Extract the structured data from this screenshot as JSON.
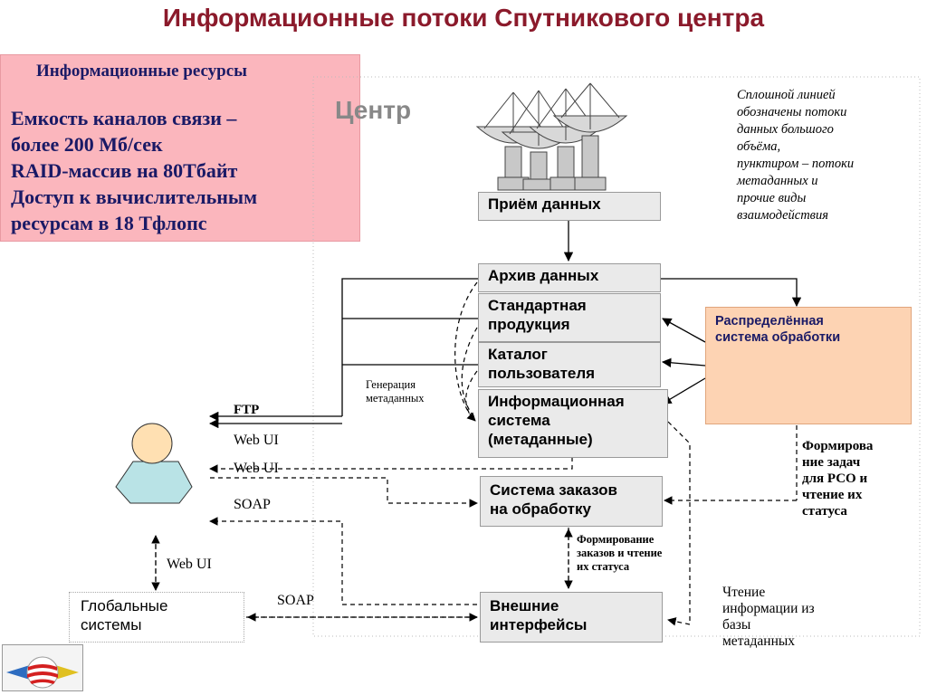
{
  "title": "Информационные потоки Спутникового центра",
  "resources": {
    "heading": "Информационные ресурсы",
    "lines": [
      "Емкость каналов связи –",
      "более 200 Мб/сек",
      "RAID-массив на 80Тбайт",
      "Доступ к вычислительным",
      "ресурсам в 18 Тфлопс"
    ]
  },
  "center_label": "Центр",
  "legend_lines": [
    "Сплошной линией",
    "обозначены потоки",
    "данных большого",
    "объёма,",
    "пунктиром – потоки",
    "метаданных и",
    "прочие виды",
    "взаимодействия"
  ],
  "boxes": {
    "reception": "Приём данных",
    "archive": "Архив данных",
    "standard": [
      "Стандартная",
      "продукция"
    ],
    "catalog": [
      "Каталог",
      "пользователя"
    ],
    "infosystem": [
      "Информационная",
      "система",
      "(метаданные)"
    ],
    "orders": [
      "Система заказов",
      "на обработку"
    ],
    "external": [
      "Внешние",
      "интерфейсы"
    ]
  },
  "distributed": [
    "Распределённая",
    "система обработки"
  ],
  "global_systems": [
    "Глобальные",
    "системы"
  ],
  "labels": {
    "ftp": "FTP",
    "webui1": "Web UI",
    "webui2": "Web UI",
    "soap1": "SOAP",
    "webui3": "Web UI",
    "soap2": "SOAP",
    "metagen": [
      "Генерация",
      "метаданных"
    ],
    "tasks": [
      "Формирова",
      "ние задач",
      "для РСО и",
      "чтение их",
      "статуса"
    ],
    "orders_form": [
      "Формирование",
      "заказов и чтение",
      "их статуса"
    ],
    "reading": [
      "Чтение",
      "информации из",
      "базы",
      "метаданных"
    ]
  },
  "colors": {
    "title": "#8b1a2b",
    "resources_bg": "#fbb6bd",
    "resources_text": "#1a1a66",
    "box_bg": "#eaeaea",
    "distributed_bg": "#fdd3b3",
    "user_head": "#ffe0b2",
    "user_body": "#b9e3e6"
  }
}
